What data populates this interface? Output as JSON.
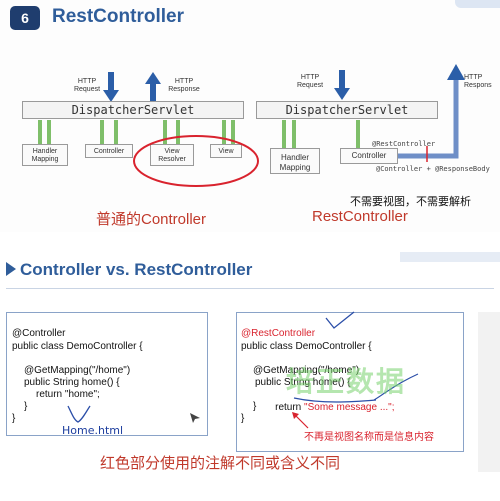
{
  "slide1": {
    "badge": "6",
    "title": "RestController",
    "left": {
      "http_request": [
        "HTTP",
        "Request"
      ],
      "http_response": [
        "HTTP",
        "Response"
      ],
      "dispatcher": "DispatcherServlet",
      "boxes": [
        [
          "Handler",
          "Mapping"
        ],
        [
          "Controller"
        ],
        [
          "View",
          "Resolver"
        ],
        [
          "View"
        ]
      ],
      "caption": "普通的Controller"
    },
    "right": {
      "http_request": [
        "HTTP",
        "Request"
      ],
      "http_response": [
        "HTTP",
        "Respons"
      ],
      "dispatcher": "DispatcherServlet",
      "boxes": [
        [
          "Handler",
          "Mapping"
        ],
        [
          "Controller"
        ]
      ],
      "annotation1": "@RestController",
      "annotation2": "@Controller + @ResponseBody",
      "note": "不需要视图，不需要解析",
      "caption": "RestController"
    },
    "colors": {
      "accent_blue": "#2b5ea8",
      "title_blue": "#2f5d9a",
      "green": "#7fbf6a",
      "red": "#d9232e",
      "caption_red": "#c0392b"
    }
  },
  "slide2": {
    "title": "Controller vs. RestController",
    "watermark": "培正数据",
    "left_code": {
      "l1": "@Controller",
      "l2": "public class DemoController {",
      "l3": "@GetMapping(\"/home\")",
      "l4": "public String home() {",
      "l5": "return \"home\";",
      "l6": "}",
      "l7": "}",
      "handwritten": "Home.html"
    },
    "right_code": {
      "l1": "@RestController",
      "l2": "public class DemoController {",
      "l3": "@GetMapping(\"/home\")",
      "l4": "public String home() {",
      "l5_kw": "return ",
      "l5_str": "\"Some message ...\";",
      "l6": "}",
      "l7": "}",
      "note": "不再是视图名称而是信息内容"
    },
    "caption": "红色部分使用的注解不同或含义不同"
  }
}
